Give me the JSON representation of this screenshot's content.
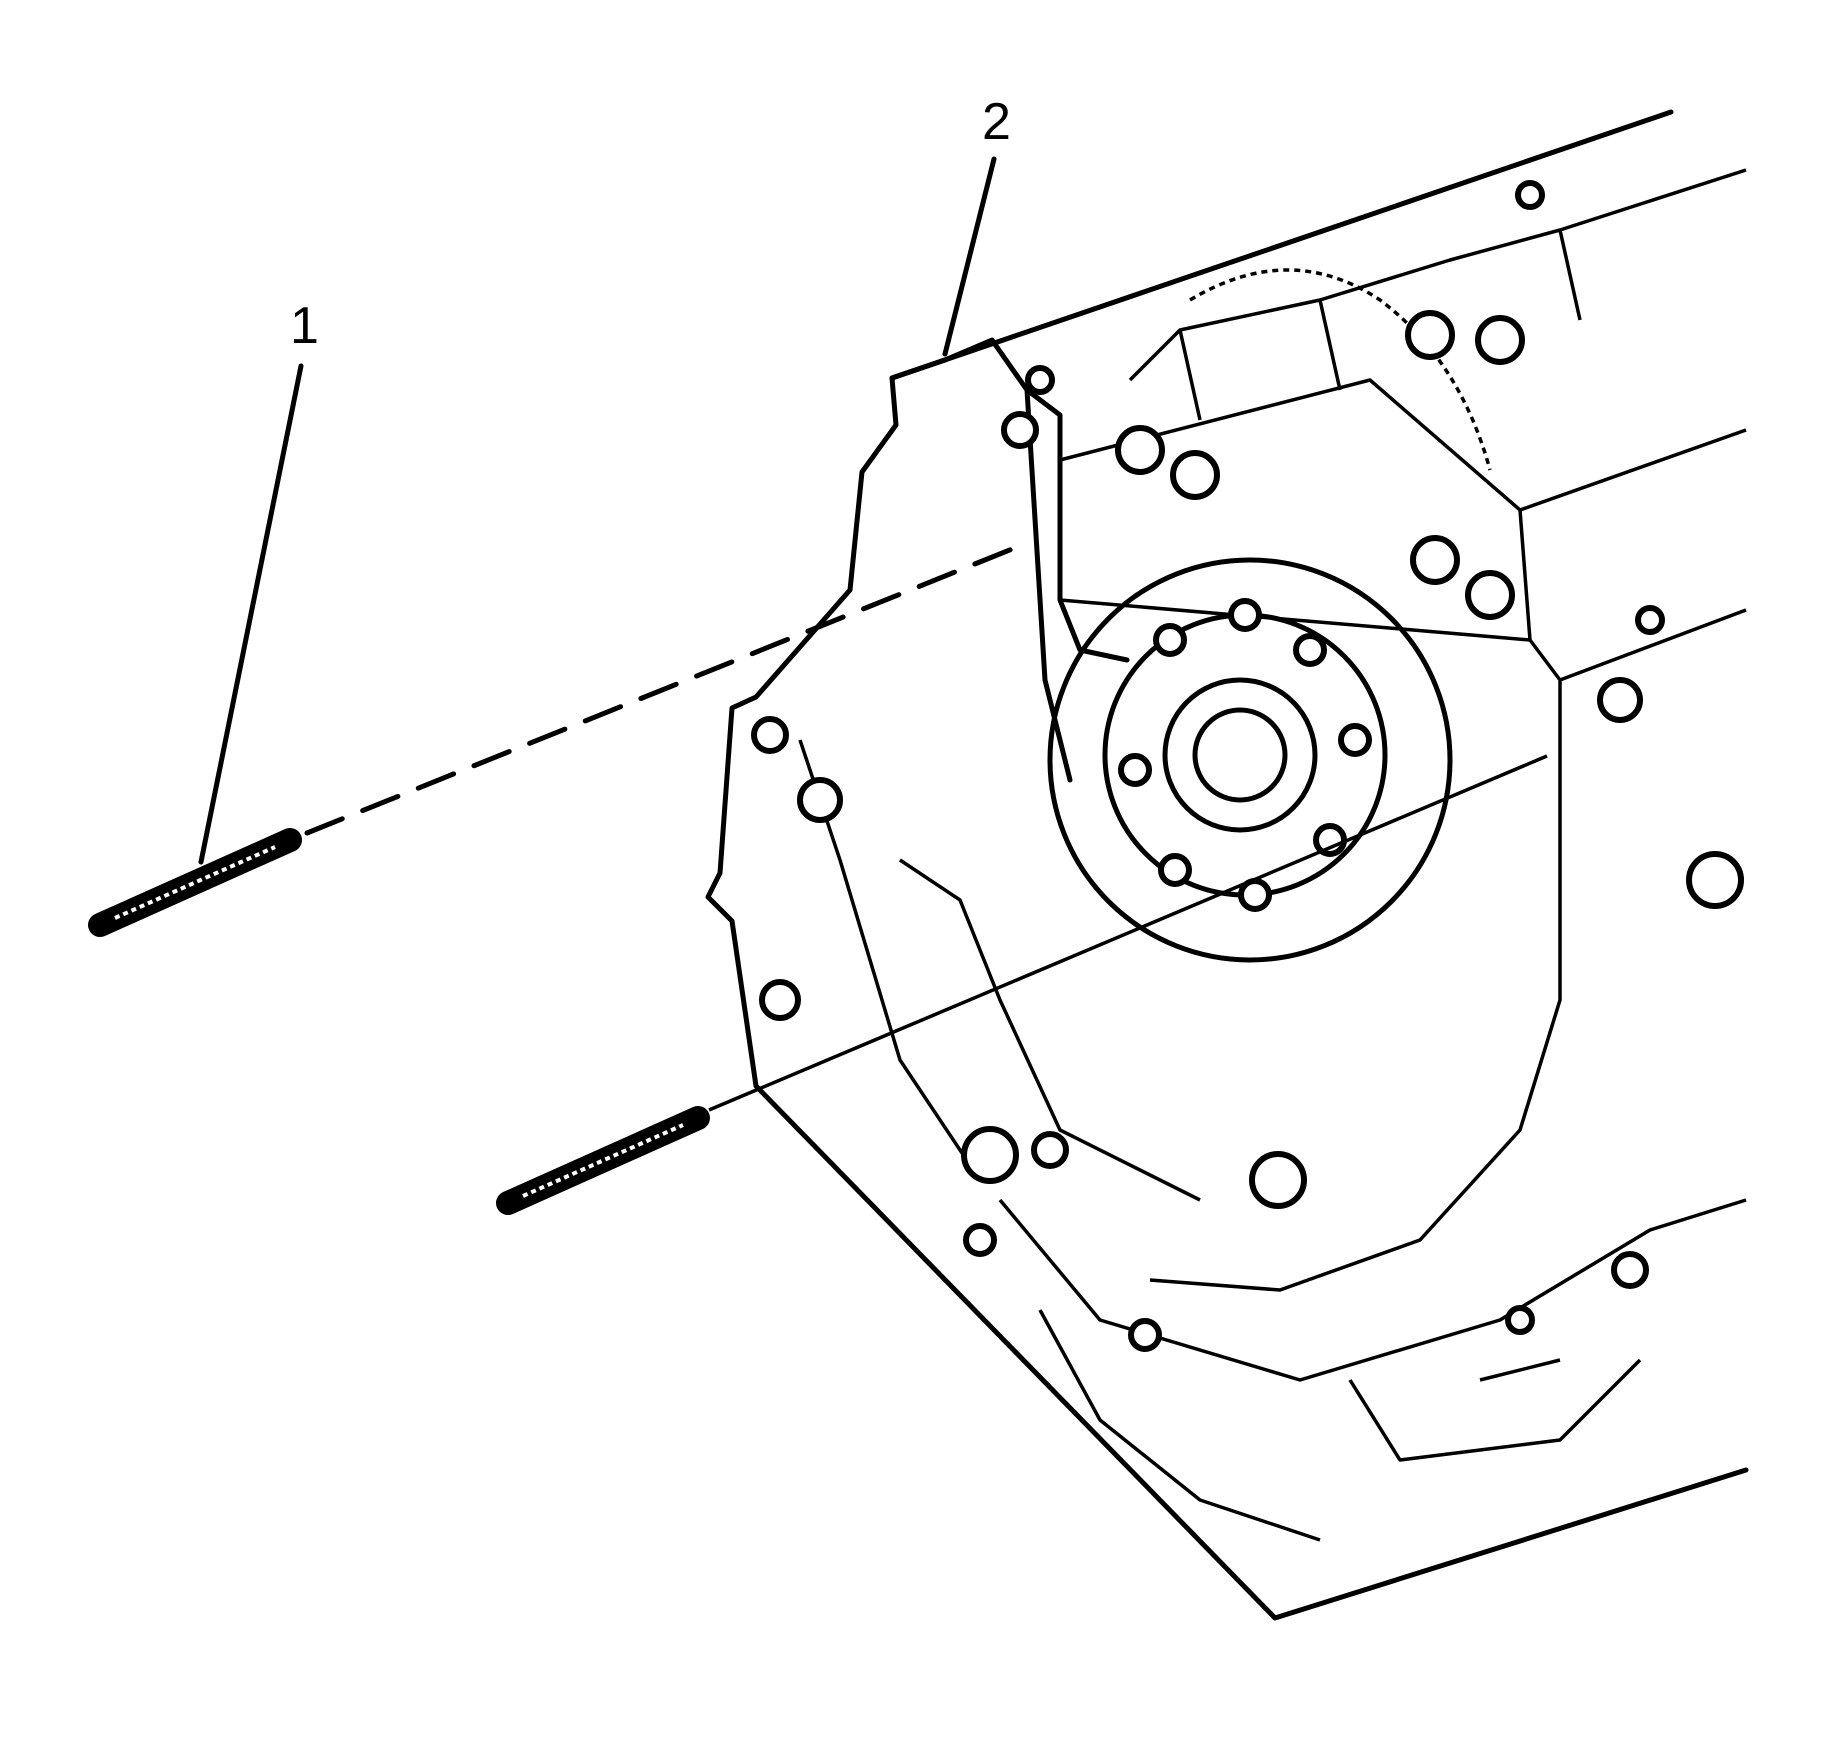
{
  "diagram": {
    "callouts": [
      {
        "number": "1",
        "part": "pin"
      },
      {
        "number": "2",
        "part": "engine-block"
      }
    ],
    "colors": {
      "line": "#000000",
      "background": "#ffffff"
    }
  }
}
